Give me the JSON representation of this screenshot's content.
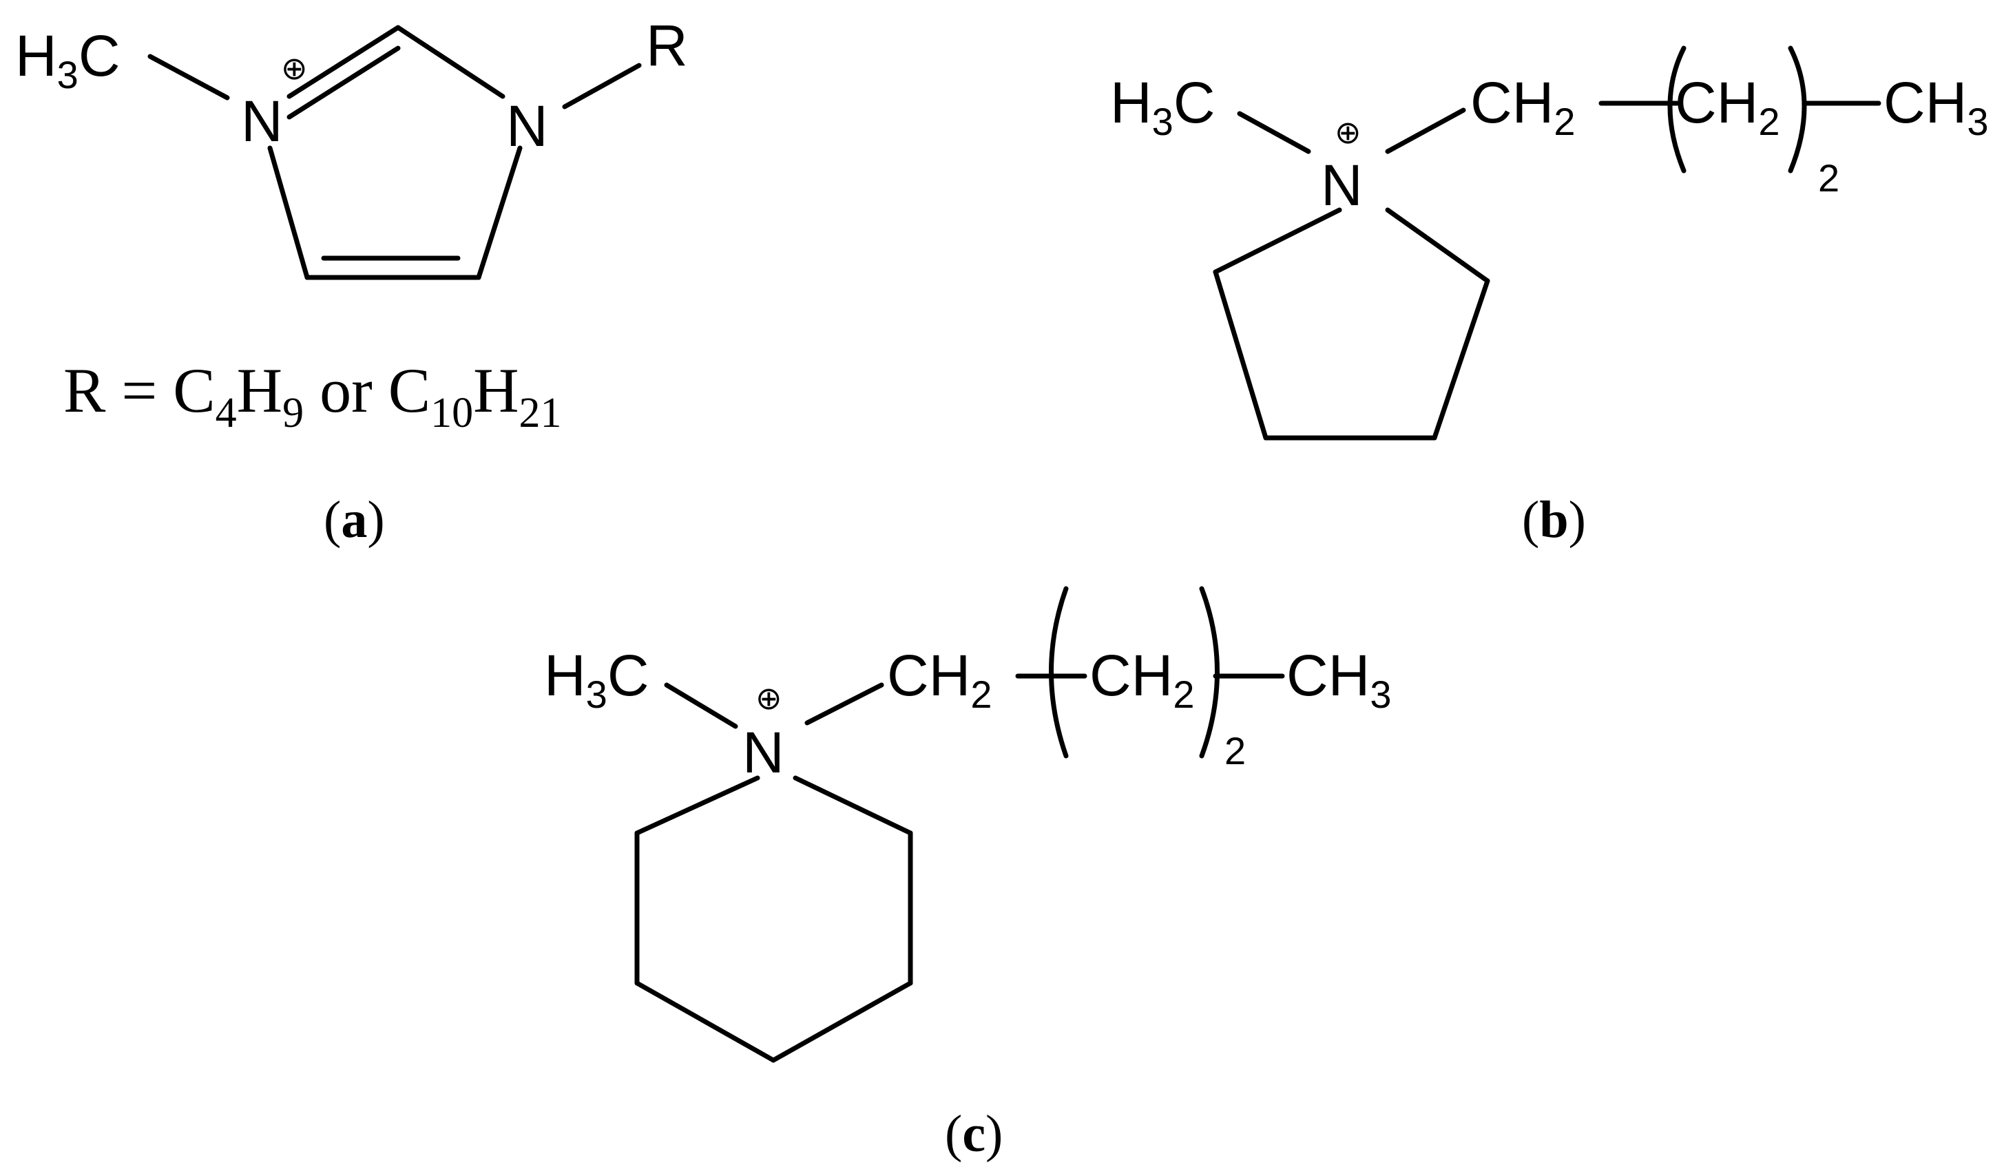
{
  "panel_a": {
    "methyl": {
      "H": "H",
      "n": "3",
      "C": "C"
    },
    "n_plus": "N",
    "n_plain": "N",
    "charge": "⊕",
    "r_label": "R",
    "formula": {
      "lead": "R = C",
      "s1": "4",
      "mid1": "H",
      "s2": "9",
      "mid2": " or C",
      "s3": "10",
      "mid3": "H",
      "s4": "21"
    },
    "caption": {
      "open": "(",
      "letter": "a",
      "close": ")"
    }
  },
  "panel_b": {
    "methyl": {
      "H": "H",
      "n": "3",
      "C": "C"
    },
    "n_plus": "N",
    "charge": "⊕",
    "ch2_first": {
      "C": "CH",
      "n": "2"
    },
    "ch2_repeat": {
      "C": "CH",
      "n": "2"
    },
    "repeat_count": "2",
    "ch3": {
      "C": "CH",
      "n": "3"
    },
    "caption": {
      "open": "(",
      "letter": "b",
      "close": ")"
    }
  },
  "panel_c": {
    "methyl": {
      "H": "H",
      "n": "3",
      "C": "C"
    },
    "n_plus": "N",
    "charge": "⊕",
    "ch2_first": {
      "C": "CH",
      "n": "2"
    },
    "ch2_repeat": {
      "C": "CH",
      "n": "2"
    },
    "repeat_count": "2",
    "ch3": {
      "C": "CH",
      "n": "3"
    },
    "caption": {
      "open": "(",
      "letter": "c",
      "close": ")"
    }
  }
}
